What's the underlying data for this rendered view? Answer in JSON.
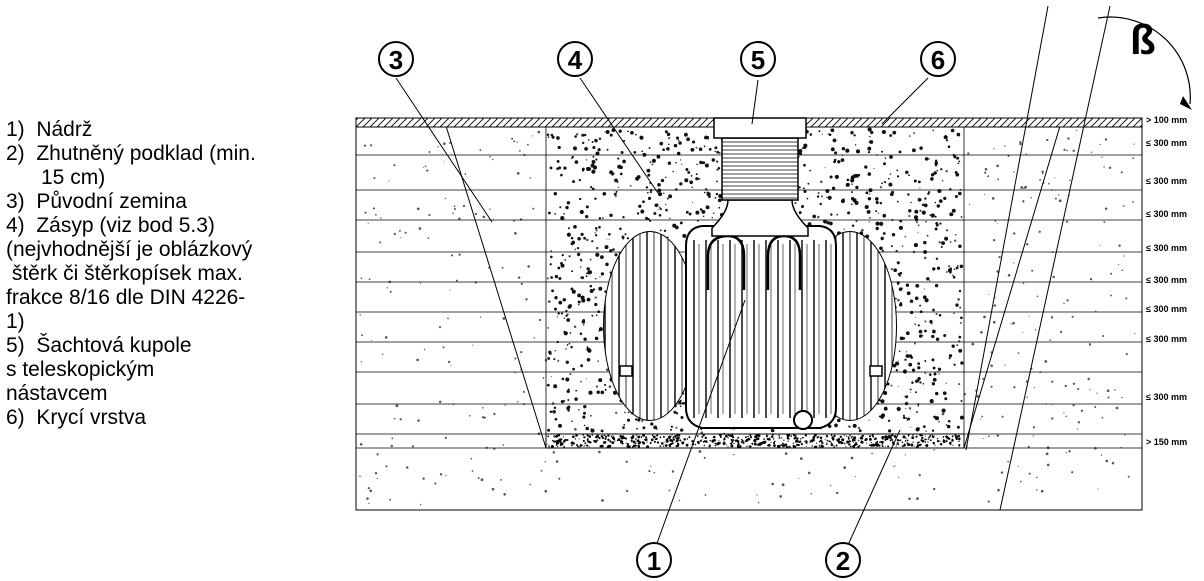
{
  "legend": {
    "items": [
      "1)  Nádrž",
      "2)  Zhutněný podklad (min.",
      "      15 cm)",
      "3)  Původní zemina",
      "4)  Zásyp (viz bod 5.3)",
      "(nejvhodnější je oblázkový",
      " štěrk či štěrkopísek max.",
      "frakce 8/16 dle DIN 4226-",
      "1)",
      "5)  Šachtová kupole",
      "s teleskopickým",
      "nástavcem",
      "6)  Krycí vrstva"
    ]
  },
  "callouts": {
    "c1": "1",
    "c2": "2",
    "c3": "3",
    "c4": "4",
    "c5": "5",
    "c6": "6"
  },
  "angle_label": "ß",
  "dimensions": [
    "> 100 mm",
    "≤ 300 mm",
    "≤ 300 mm",
    "≤ 300 mm",
    "≤ 300 mm",
    "≤ 300 mm",
    "≤ 300 mm",
    "≤ 300 mm",
    "≤ 300 mm",
    "> 150 mm"
  ],
  "colors": {
    "line": "#000000",
    "soil_dots": "#555555",
    "gravel_dots": "#111111",
    "cover_fill": "#cfcfcf",
    "tank_fill": "#ffffff"
  }
}
